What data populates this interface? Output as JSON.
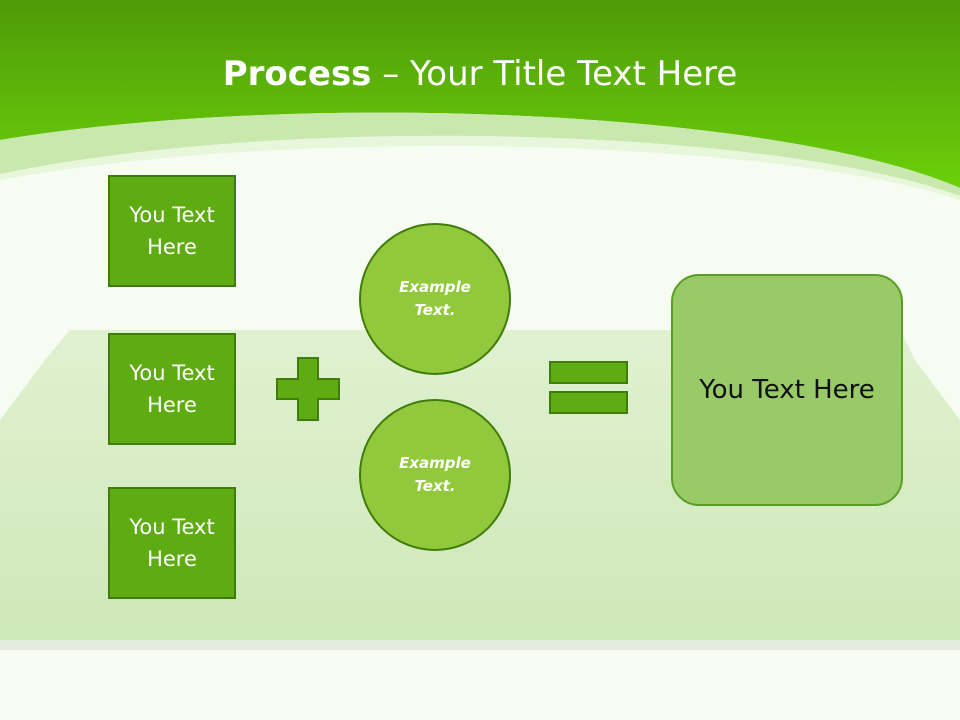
{
  "slide": {
    "title_bold": "Process",
    "title_rest": " – Your Title Text Here"
  },
  "inputs": [
    {
      "label": "You Text Here"
    },
    {
      "label": "You Text Here"
    },
    {
      "label": "You Text Here"
    }
  ],
  "operators": {
    "plus": "plus-icon",
    "equals": "equals-icon"
  },
  "circles": [
    {
      "label": "Example Text."
    },
    {
      "label": "Example Text."
    }
  ],
  "result": {
    "label": "You Text Here"
  },
  "colors": {
    "header_green": "#5eb80c",
    "box_green": "#5eab12",
    "circle_green": "#92c93c",
    "result_green": "#98ca68",
    "outline": "#3f7c0a"
  }
}
